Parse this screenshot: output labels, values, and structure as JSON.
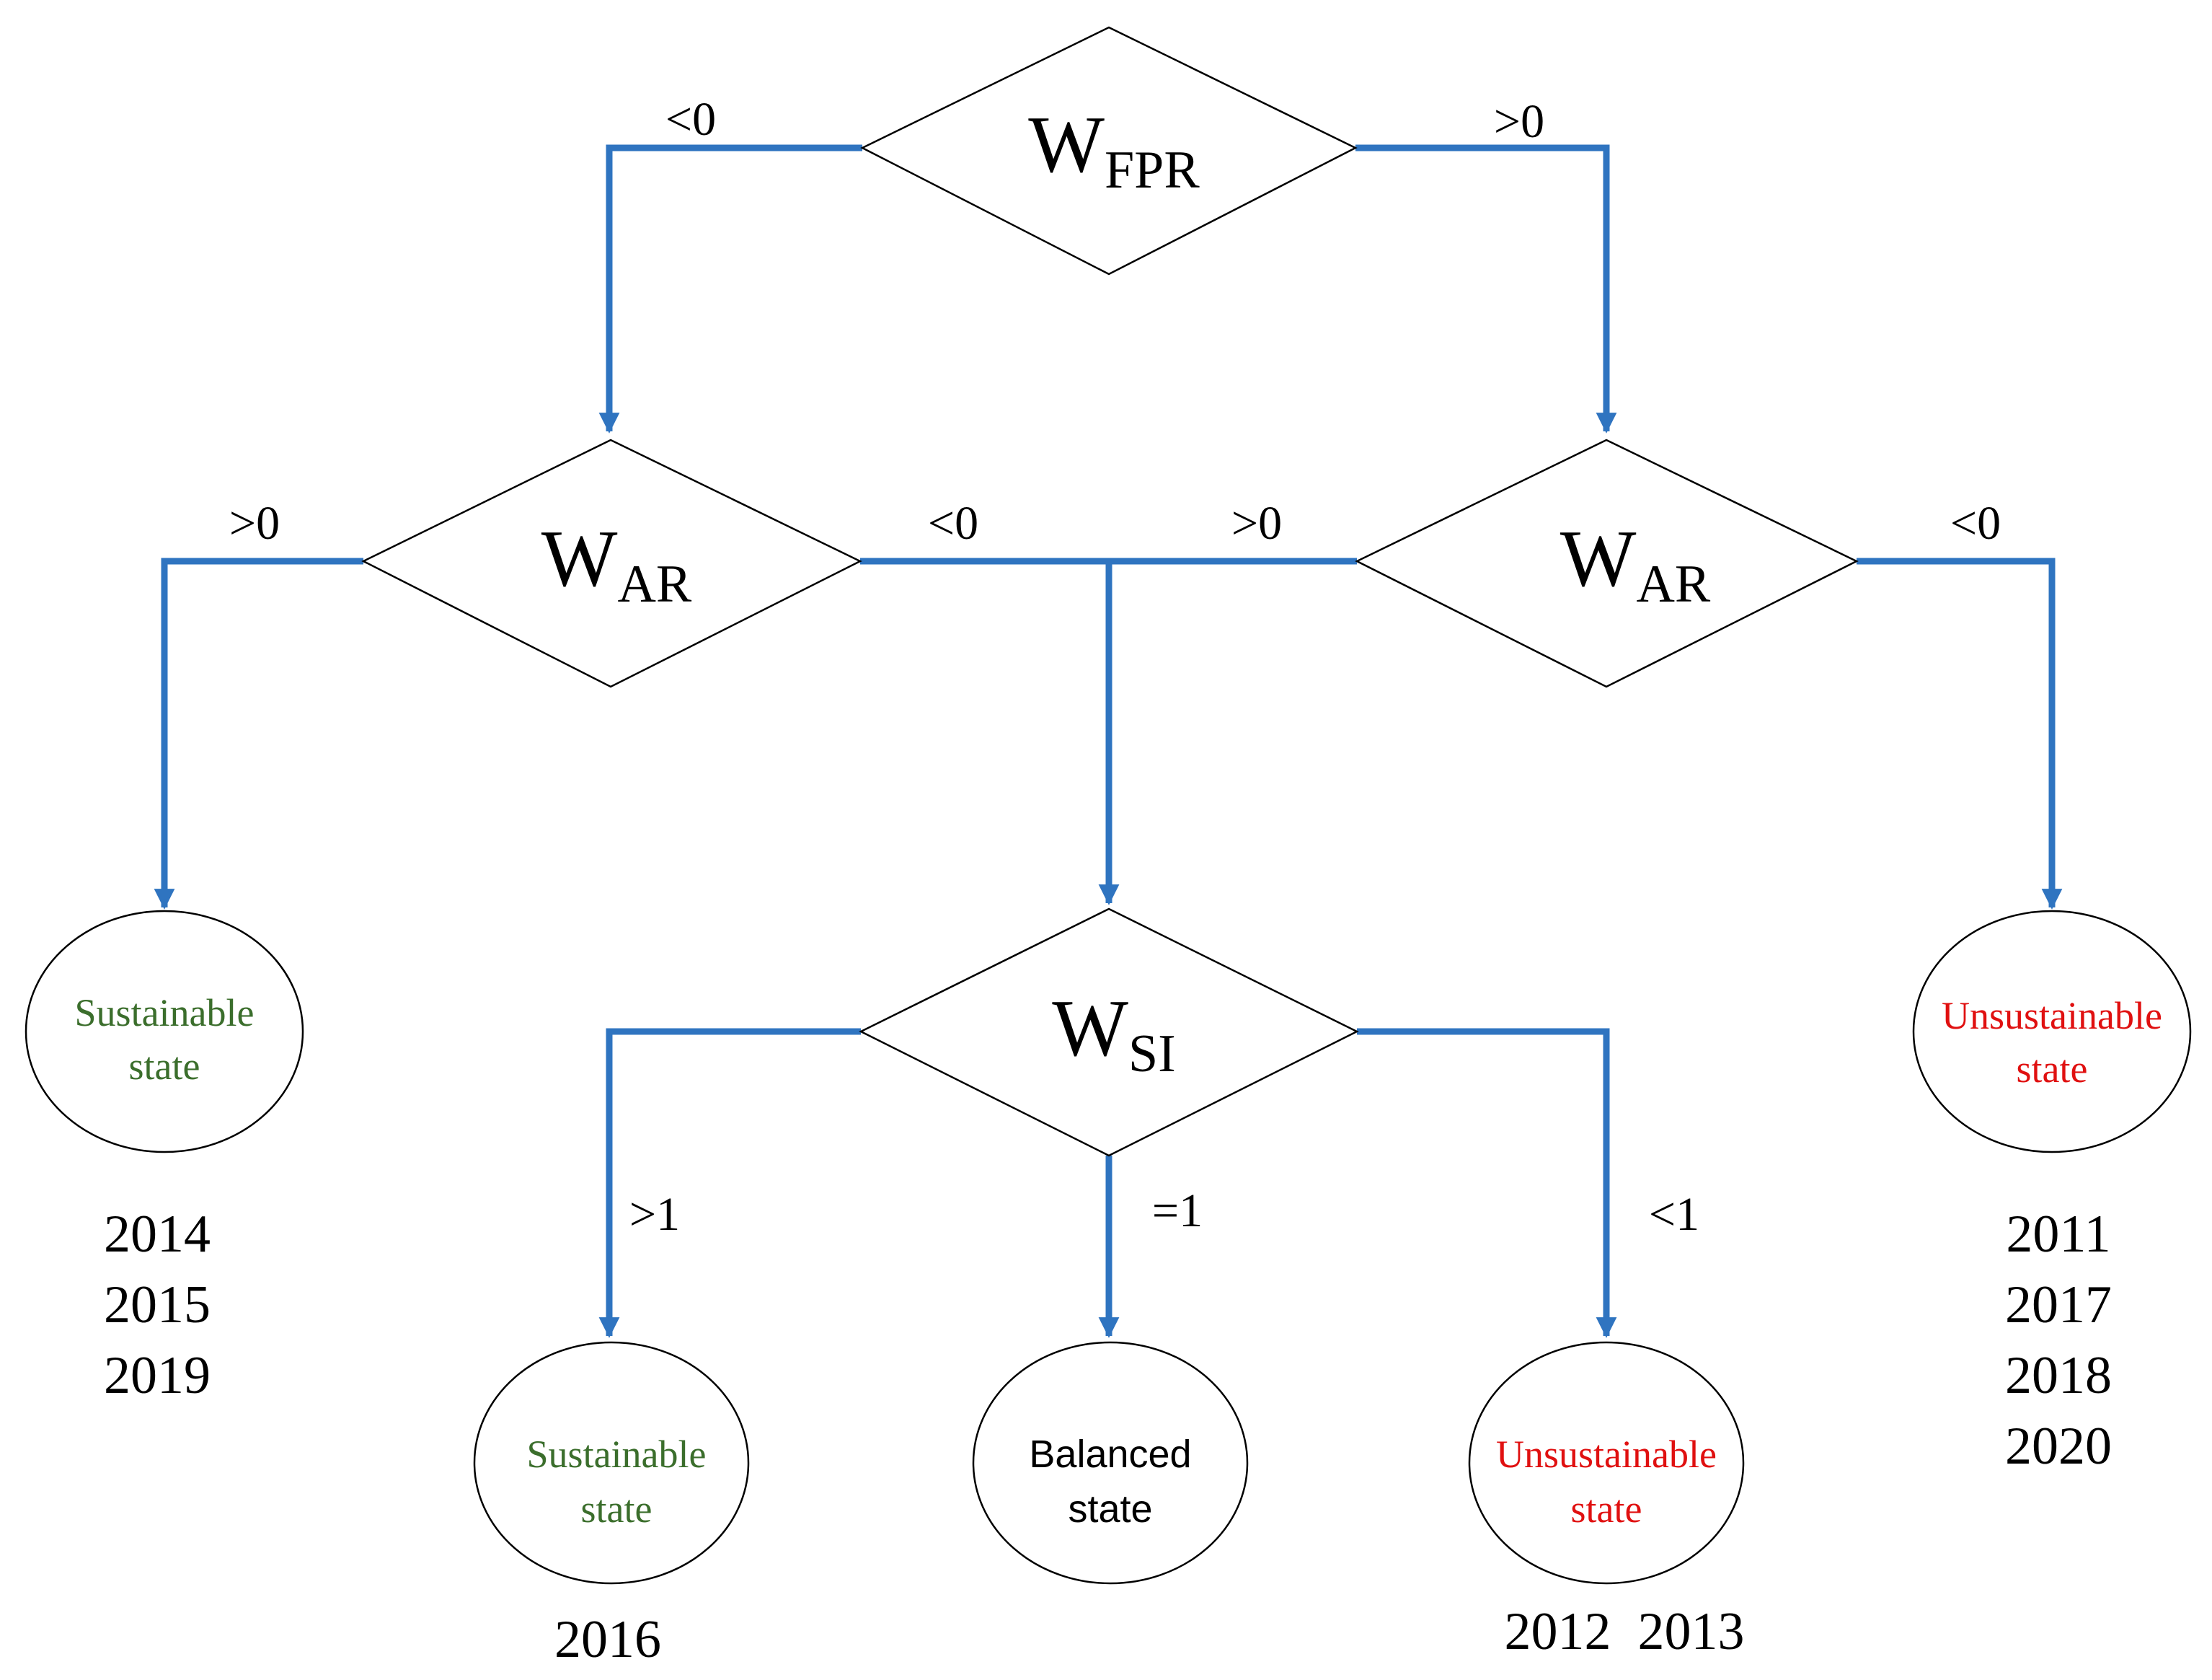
{
  "colors": {
    "edge": "#2f74c0",
    "sustainable": "#3b6e2c",
    "unsustainable": "#e01010",
    "balanced": "#000000",
    "outline": "#000000"
  },
  "decisions": {
    "fpr": {
      "var": "W",
      "sub": "FPR"
    },
    "ar_left": {
      "var": "W",
      "sub": "AR"
    },
    "ar_right": {
      "var": "W",
      "sub": "AR"
    },
    "si": {
      "var": "W",
      "sub": "SI"
    }
  },
  "conditions": {
    "fpr_left": "<0",
    "fpr_right": ">0",
    "arl_left": ">0",
    "arl_right": "<0",
    "arr_left": ">0",
    "arr_right": "<0",
    "si_left": ">1",
    "si_mid": "=1",
    "si_right": "<1"
  },
  "outcomes": {
    "far_left": {
      "line1": "Sustainable",
      "line2": "state",
      "years": [
        "2014",
        "2015",
        "2019"
      ]
    },
    "far_right": {
      "line1": "Unsustainable",
      "line2": "state",
      "years": [
        "2011",
        "2017",
        "2018",
        "2020"
      ]
    },
    "bottom_left": {
      "line1": "Sustainable",
      "line2": "state",
      "years": [
        "2016"
      ]
    },
    "bottom_mid": {
      "line1": "Balanced",
      "line2": "state",
      "years": []
    },
    "bottom_right": {
      "line1": "Unsustainable",
      "line2": "state",
      "years": [
        "2012  2013"
      ]
    }
  }
}
